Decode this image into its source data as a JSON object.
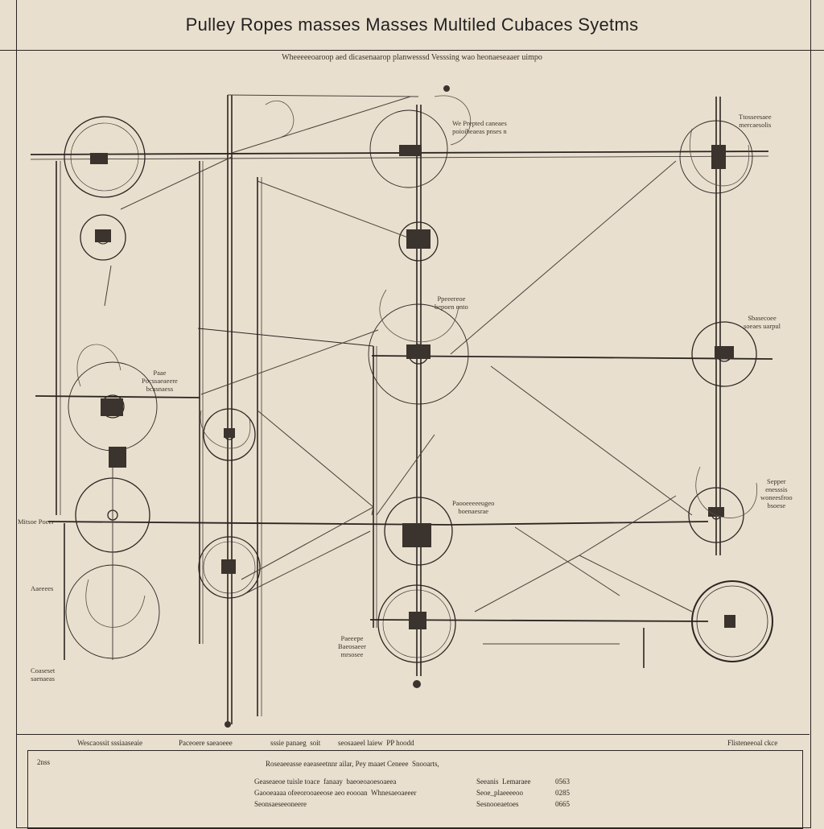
{
  "diagram": {
    "title": "Pulley Ropes masses Masses Multiled Cubaces Syetms",
    "subtitle": "Wheeeeeoaroop aed dicasenaarop planwesssd Vesssing wao heonaeseaaer uimpo"
  },
  "labels": {
    "top_center": "We Prepted caneaes\npoioiheaeas pnses n",
    "top_right": "Ttosseesaee\nmercaesolis",
    "left_middle": "Paae\nPocssaeaeere\nbcasnaess",
    "center_middle": "Ppeeereoe\nbepoen onto",
    "right_middle_upper": "Sbasecoee\nsoeaes uarpul",
    "right_middle_lower": "Sepper\nenesssis\nwoneesfroo\nbsoese",
    "left_far": "Mitsoe Poeer",
    "left_lower": "Aaeeees",
    "center_lower": "Paooeeeeeugeo\nboenaesrae",
    "bottom_center_left": "Paeeepe\nBaeosaeer\nmrsosee",
    "bottom_left": "Coaseset\nsaenaeas"
  },
  "footer": {
    "row_items": [
      "Wescaossit sssiaaseaie",
      "Paceoere saeaoeee",
      "sssie panaeg  soit",
      "seosaaeel laiew  PP hoodd",
      "Flisteneeoal ckce"
    ],
    "box_left": "2nss",
    "box_heading": "Roseaeeasse eaeaseetnnr ailar, Pey maaet Ceneee  Snooarts,",
    "lines_left": [
      "Geaseaeoe tuisle toace  fanaay  baeoeoaoesoaeea",
      "Gaooeaaaa ofeeorooaeeose aeo eoooan  Whnesaeoaeeer",
      "Seonsaeseeoneere"
    ],
    "lines_right_labels": [
      "Seeanis  Lemaraee",
      "Seoe_plaeeeeoo",
      "Sesnooeaetoes"
    ],
    "lines_right_values": [
      "0563",
      "0285",
      "0665"
    ]
  },
  "colors": {
    "paper": "#e9dfce",
    "ink": "#2b2522",
    "rope": "#4a403a"
  }
}
